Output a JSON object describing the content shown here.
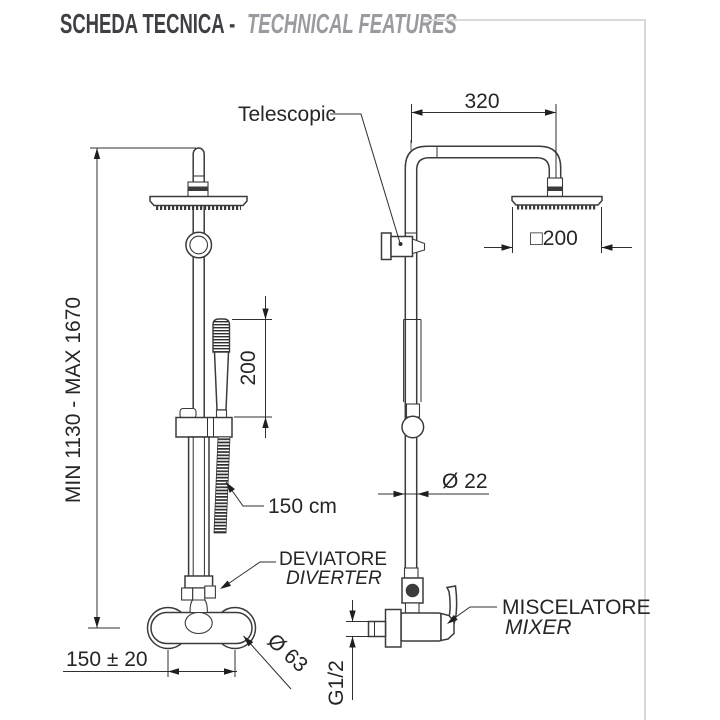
{
  "header": {
    "title_it": "SCHEDA TECNICA -",
    "title_en": "TECHNICAL FEATURES"
  },
  "figure": {
    "labels": {
      "telescopic": "Telescopic",
      "hose_length": "150 cm",
      "diverter_it": "DEVIATORE",
      "diverter_en": "DIVERTER",
      "mixer_it": "MISCELATORE",
      "mixer_en": "MIXER"
    },
    "dimensions": {
      "column_height_range": "MIN 1130 - MAX 1670",
      "handshower_length": "200",
      "arm_projection": "320",
      "head_size": "□200",
      "pipe_diameter": "Ø 22",
      "inlet_center_distance": "150 ± 20",
      "escutcheon_diameter": "Ø 63",
      "thread": "G1/2"
    },
    "colors": {
      "line": "#3b3b3b",
      "title_dark": "#3f3f44",
      "title_gray": "#9a9aa0",
      "frame": "#d9d9d9"
    }
  }
}
